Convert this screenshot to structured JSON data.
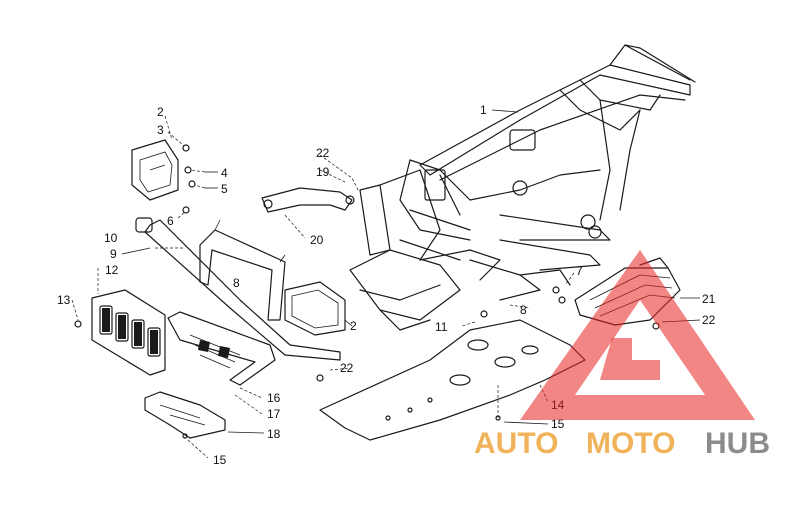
{
  "diagram": {
    "callouts": [
      {
        "id": "c1",
        "text": "1"
      },
      {
        "id": "c2a",
        "text": "2"
      },
      {
        "id": "c3",
        "text": "3"
      },
      {
        "id": "c4",
        "text": "4"
      },
      {
        "id": "c5",
        "text": "5"
      },
      {
        "id": "c6",
        "text": "6"
      },
      {
        "id": "c22a",
        "text": "22"
      },
      {
        "id": "c19",
        "text": "19"
      },
      {
        "id": "c20",
        "text": "20"
      },
      {
        "id": "c10",
        "text": "10"
      },
      {
        "id": "c9",
        "text": "9"
      },
      {
        "id": "c12",
        "text": "12"
      },
      {
        "id": "c8a",
        "text": "8"
      },
      {
        "id": "c13",
        "text": "13"
      },
      {
        "id": "c2b",
        "text": "2"
      },
      {
        "id": "c22b",
        "text": "22"
      },
      {
        "id": "c11",
        "text": "11"
      },
      {
        "id": "c8b",
        "text": "8"
      },
      {
        "id": "c7",
        "text": "7"
      },
      {
        "id": "c21",
        "text": "21"
      },
      {
        "id": "c22c",
        "text": "22"
      },
      {
        "id": "c16",
        "text": "16"
      },
      {
        "id": "c17",
        "text": "17"
      },
      {
        "id": "c18",
        "text": "18"
      },
      {
        "id": "c15a",
        "text": "15"
      },
      {
        "id": "c14",
        "text": "14"
      },
      {
        "id": "c15b",
        "text": "15"
      }
    ]
  },
  "watermark": {
    "word1": "AUTO",
    "word2": "MOTO",
    "word3": "HUB",
    "colors": {
      "auto": "#f0b35a",
      "moto": "#f0b35a",
      "hub": "#8c8c8c",
      "triangle": "#e8231f"
    }
  }
}
